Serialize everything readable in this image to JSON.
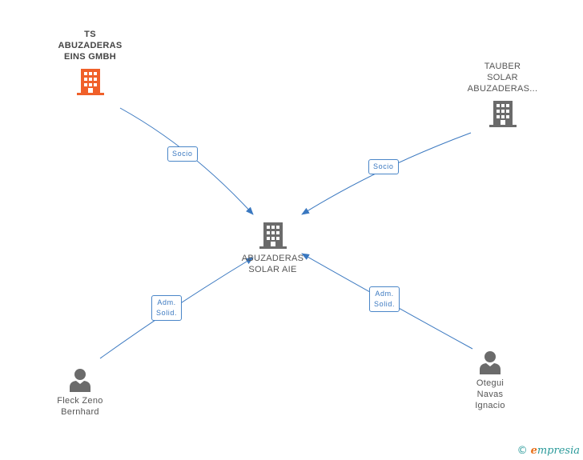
{
  "nodes": {
    "ts": {
      "lines": [
        "TS",
        "ABUZADERAS",
        "EINS GMBH"
      ],
      "kind": "company",
      "color": "#f0602a"
    },
    "tauber": {
      "lines": [
        "TAUBER",
        "SOLAR",
        "ABUZADERAS..."
      ],
      "kind": "company",
      "color": "#6b6b6b"
    },
    "center": {
      "lines": [
        "ABUZADERAS",
        "SOLAR AIE"
      ],
      "kind": "company",
      "color": "#6b6b6b"
    },
    "fleck": {
      "lines": [
        "Fleck Zeno",
        "Bernhard"
      ],
      "kind": "person",
      "color": "#6b6b6b"
    },
    "otegui": {
      "lines": [
        "Otegui",
        "Navas",
        "Ignacio"
      ],
      "kind": "person",
      "color": "#6b6b6b"
    }
  },
  "edges": {
    "ts_center": [
      "Socio"
    ],
    "tauber_center": [
      "Socio"
    ],
    "fleck_center": [
      "Adm.",
      "Solid."
    ],
    "otegui_center": [
      "Adm.",
      "Solid."
    ]
  },
  "edge_color": "#3a78c0",
  "brand": {
    "copyright": "©",
    "initial": "e",
    "rest": "mpresia"
  }
}
